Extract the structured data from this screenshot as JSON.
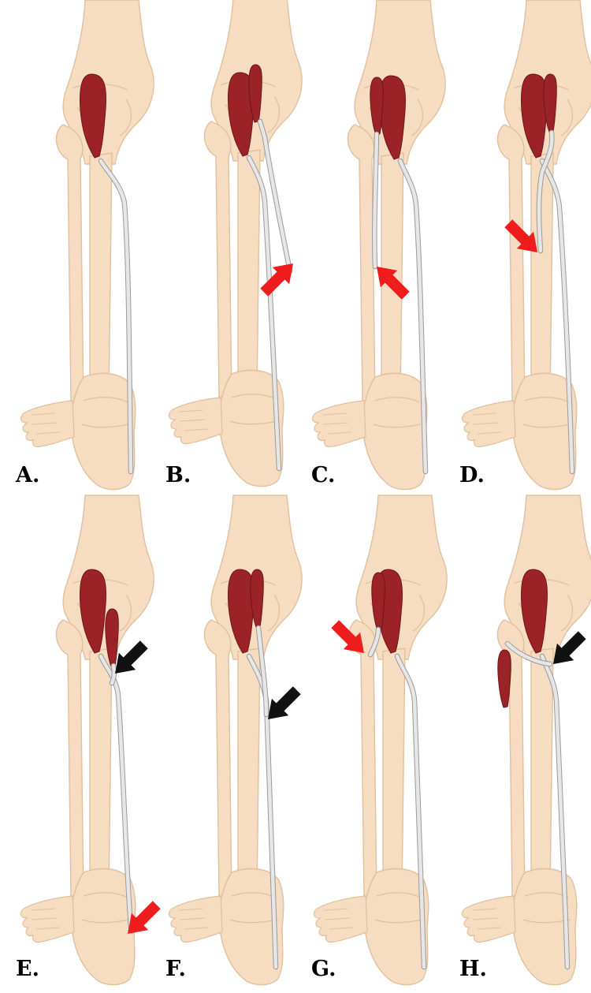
{
  "figure": {
    "panels": [
      {
        "label": "A.",
        "muscles": [
          "medial"
        ],
        "arrows": []
      },
      {
        "label": "B.",
        "muscles": [
          "medial",
          "lateral"
        ],
        "arrows": [
          {
            "color": "red",
            "target": "lateral tendon end"
          }
        ]
      },
      {
        "label": "C.",
        "muscles": [
          "medial",
          "lateral"
        ],
        "arrows": [
          {
            "color": "red",
            "target": "lateral tendon end"
          }
        ]
      },
      {
        "label": "D.",
        "muscles": [
          "medial",
          "lateral"
        ],
        "arrows": [
          {
            "color": "red",
            "target": "lateral tendon end"
          }
        ]
      },
      {
        "label": "E.",
        "muscles": [
          "medial",
          "lateral"
        ],
        "arrows": [
          {
            "color": "black",
            "target": "tendon junction"
          },
          {
            "color": "red",
            "target": "tendon insertion"
          }
        ]
      },
      {
        "label": "F.",
        "muscles": [
          "medial",
          "lateral"
        ],
        "arrows": [
          {
            "color": "black",
            "target": "tendon junction"
          }
        ]
      },
      {
        "label": "G.",
        "muscles": [
          "medial",
          "lateral"
        ],
        "arrows": [
          {
            "color": "red",
            "target": "lateral tendon end"
          }
        ]
      },
      {
        "label": "H.",
        "muscles": [
          "medial",
          "lateral"
        ],
        "arrows": [
          {
            "color": "black",
            "target": "tendon junction"
          }
        ]
      }
    ],
    "colors": {
      "bone": "#f6dcc0",
      "bone_outline": "#e2c09e",
      "muscle": "#9b2226",
      "muscle_dark": "#6e1518",
      "tendon": "#e6e6e6",
      "tendon_outline": "#9a9a9a",
      "arrow_red": "#ee1c1c",
      "arrow_black": "#111111"
    }
  }
}
